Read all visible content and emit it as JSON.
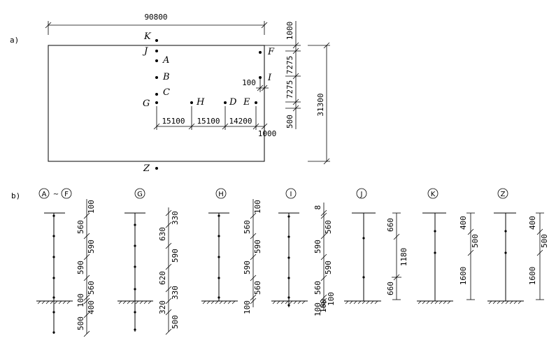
{
  "part_a": {
    "caption": "a)",
    "width_dim": "90800",
    "height_dim": "31300",
    "right_dims": [
      "1000",
      "7275",
      "7275",
      "500"
    ],
    "bottom_dims": [
      "15100",
      "15100",
      "14200"
    ],
    "offset_dims": {
      "i_offset": "100",
      "e_offset": "1000"
    },
    "points": [
      "K",
      "J",
      "A",
      "B",
      "C",
      "G",
      "H",
      "D",
      "E",
      "F",
      "I",
      "Z"
    ]
  },
  "part_b": {
    "caption": "b)",
    "groups": [
      {
        "label_from": "A",
        "sep": "~",
        "label_to": "F",
        "dims": [
          "100",
          "560",
          "590",
          "590",
          "560",
          "100",
          "400",
          "500"
        ]
      },
      {
        "label": "G",
        "dims": [
          "330",
          "630",
          "590",
          "620",
          "330",
          "320",
          "500"
        ]
      },
      {
        "label": "H",
        "dims": [
          "100",
          "560",
          "590",
          "590",
          "560",
          "100"
        ]
      },
      {
        "label": "I",
        "dims": [
          "8",
          "560",
          "590",
          "590",
          "560",
          "100",
          "100",
          "100"
        ]
      },
      {
        "label": "J",
        "dims": [
          "660",
          "1180",
          "660"
        ]
      },
      {
        "label": "K",
        "dims": [
          "400",
          "500",
          "1600"
        ]
      },
      {
        "label": "Z",
        "dims": [
          "400",
          "500",
          "1600"
        ]
      }
    ]
  }
}
